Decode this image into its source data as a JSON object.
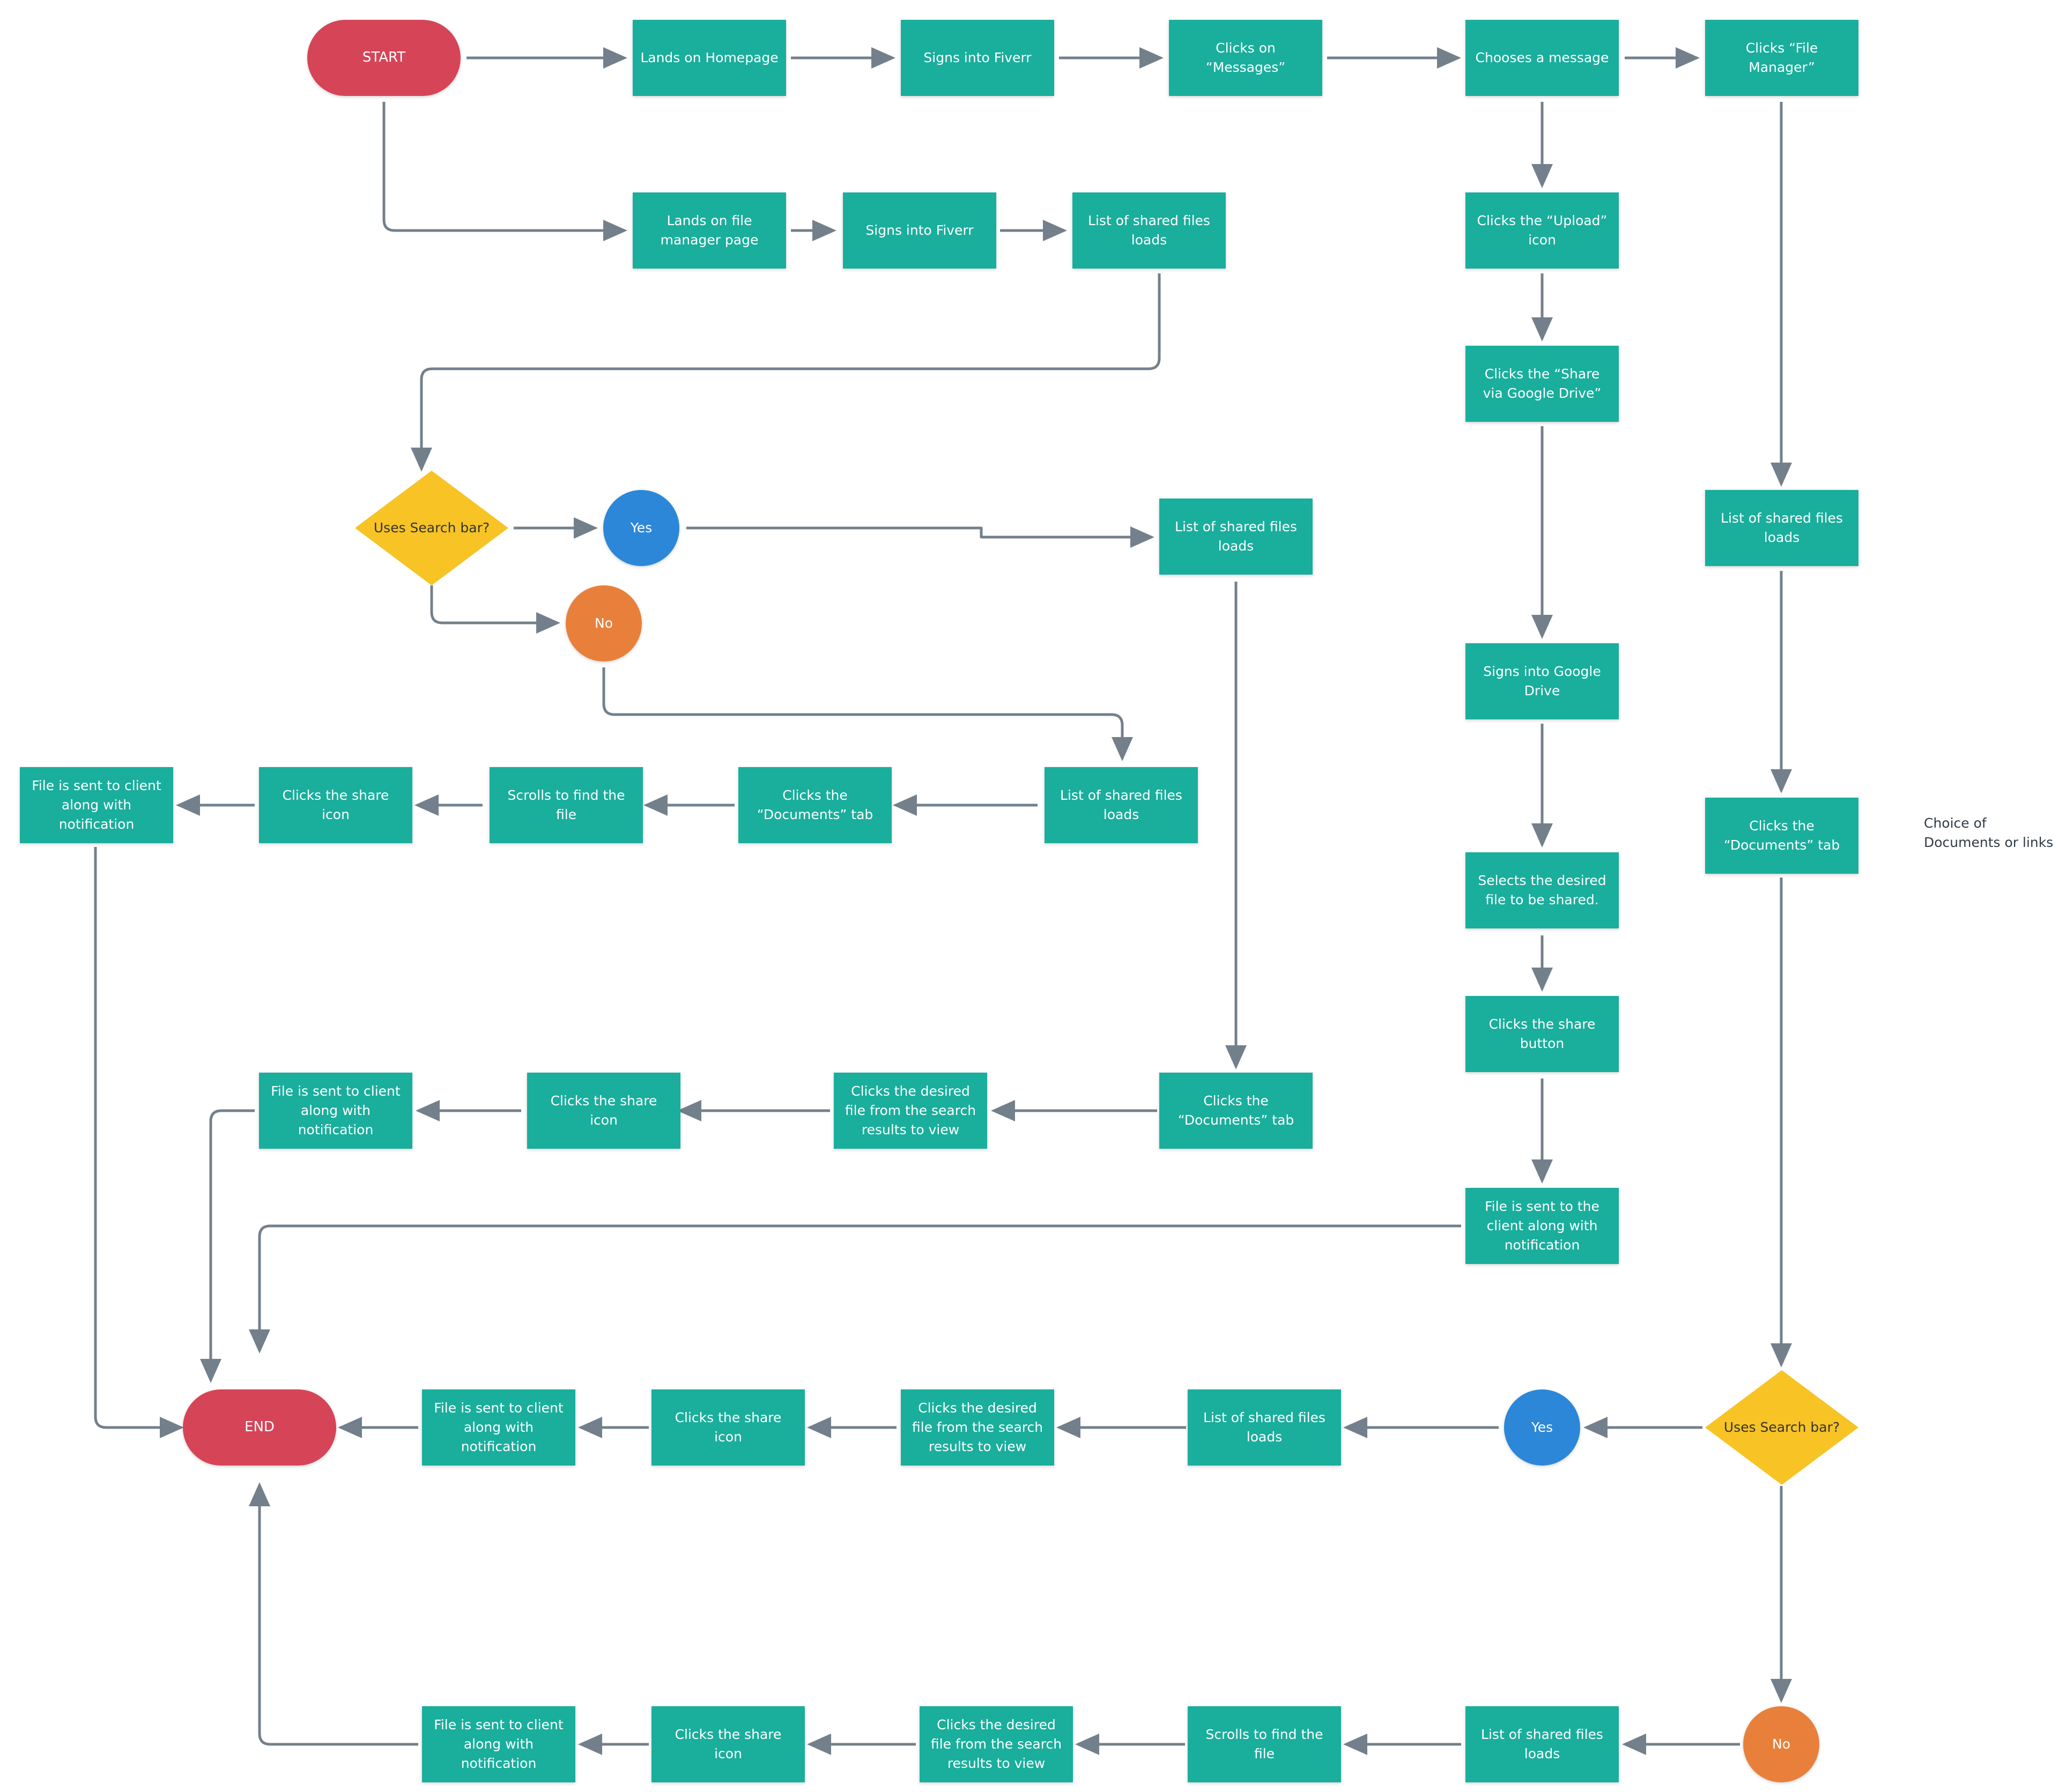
{
  "colors": {
    "process": "#1aae9c",
    "terminal": "#d64458",
    "yes": "#2c87d8",
    "no": "#e8803b",
    "decision": "#f7c325",
    "connector": "#73808c"
  },
  "nodes": {
    "start": "START",
    "end": "END",
    "lands_homepage": "Lands on Homepage",
    "signs_fiverr_1": "Signs into Fiverr",
    "clicks_messages": "Clicks on “Messages”",
    "chooses_message": "Chooses a message",
    "clicks_file_manager": "Clicks “File Manager”",
    "lands_file_manager_page": "Lands on file manager page",
    "signs_fiverr_2": "Signs into Fiverr",
    "list_shared_files_a": "List of shared files loads",
    "decision_search_a": "Uses Search bar?",
    "yes_a": "Yes",
    "no_a": "No",
    "list_shared_files_b": "List of shared files loads",
    "list_shared_files_c": "List of shared files loads",
    "clicks_documents_tab_a": "Clicks the “Documents” tab",
    "scrolls_find_file_a": "Scrolls to find the file",
    "clicks_share_icon_a": "Clicks the share icon",
    "file_sent_a": "File is sent to client along with notification",
    "clicks_documents_tab_b": "Clicks the “Documents” tab",
    "clicks_desired_file_b": "Clicks the desired file from the search results to view",
    "clicks_share_icon_b": "Clicks the share icon",
    "file_sent_b": "File is sent to client along with notification",
    "clicks_upload_icon": "Clicks the “Upload” icon",
    "clicks_share_google_drive": "Clicks the “Share via Google Drive”",
    "signs_google_drive": "Signs into Google Drive",
    "selects_desired_file": "Selects the desired file to be shared.",
    "clicks_share_button": "Clicks the share button",
    "file_sent_gdrive": "File is sent to the client along with notification",
    "list_shared_files_d": "List of shared files loads",
    "clicks_documents_tab_c": "Clicks the “Documents” tab",
    "choice_note": "Choice of Documents or links",
    "decision_search_b": "Uses Search bar?",
    "yes_b": "Yes",
    "no_b": "No",
    "list_shared_files_e": "List of shared files loads",
    "clicks_desired_file_e": "Clicks the desired file from the search results to view",
    "clicks_share_icon_e": "Clicks the share icon",
    "file_sent_e": "File is sent to client along with notification",
    "list_shared_files_f": "List of shared files loads",
    "scrolls_find_file_f": "Scrolls to find the file",
    "clicks_desired_file_f": "Clicks the desired file from the search results to view",
    "clicks_share_icon_f": "Clicks the share icon",
    "file_sent_f": "File is sent to client along with notification"
  }
}
